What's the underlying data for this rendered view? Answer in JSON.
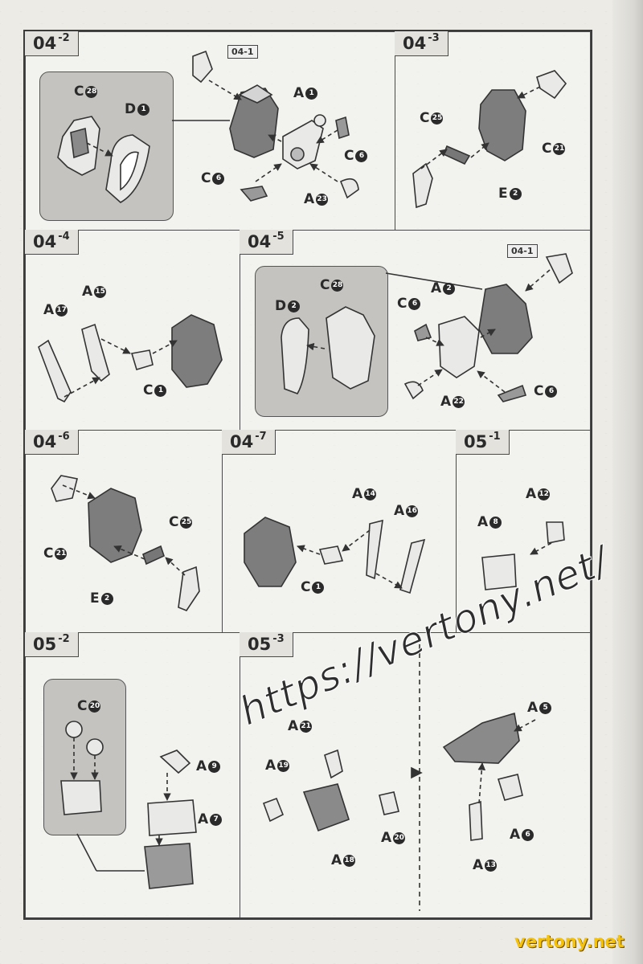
{
  "steps": [
    {
      "id": "04-2",
      "main": "04",
      "sub": "-2"
    },
    {
      "id": "04-3",
      "main": "04",
      "sub": "-3"
    },
    {
      "id": "04-4",
      "main": "04",
      "sub": "-4"
    },
    {
      "id": "04-5",
      "main": "04",
      "sub": "-5"
    },
    {
      "id": "04-6",
      "main": "04",
      "sub": "-6"
    },
    {
      "id": "04-7",
      "main": "04",
      "sub": "-7"
    },
    {
      "id": "05-1",
      "main": "05",
      "sub": "-1"
    },
    {
      "id": "05-2",
      "main": "05",
      "sub": "-2"
    },
    {
      "id": "05-3",
      "main": "05",
      "sub": "-3"
    }
  ],
  "refs": {
    "r1": "04-1",
    "r2": "04-1"
  },
  "labels": {
    "c28a": {
      "l": "C",
      "n": "28"
    },
    "d1": {
      "l": "D",
      "n": "1"
    },
    "a1": {
      "l": "A",
      "n": "1"
    },
    "c6a": {
      "l": "C",
      "n": "6"
    },
    "c6b": {
      "l": "C",
      "n": "6"
    },
    "a23": {
      "l": "A",
      "n": "23"
    },
    "c25a": {
      "l": "C",
      "n": "25"
    },
    "c21a": {
      "l": "C",
      "n": "21"
    },
    "e2a": {
      "l": "E",
      "n": "2"
    },
    "a17": {
      "l": "A",
      "n": "17"
    },
    "a15": {
      "l": "A",
      "n": "15"
    },
    "c1a": {
      "l": "C",
      "n": "1"
    },
    "d2": {
      "l": "D",
      "n": "2"
    },
    "c28b": {
      "l": "C",
      "n": "28"
    },
    "a2": {
      "l": "A",
      "n": "2"
    },
    "c6c": {
      "l": "C",
      "n": "6"
    },
    "a22": {
      "l": "A",
      "n": "22"
    },
    "c6d": {
      "l": "C",
      "n": "6"
    },
    "c21b": {
      "l": "C",
      "n": "21"
    },
    "c25b": {
      "l": "C",
      "n": "25"
    },
    "e2b": {
      "l": "E",
      "n": "2"
    },
    "a14": {
      "l": "A",
      "n": "14"
    },
    "a16": {
      "l": "A",
      "n": "16"
    },
    "c1b": {
      "l": "C",
      "n": "1"
    },
    "a12": {
      "l": "A",
      "n": "12"
    },
    "a8": {
      "l": "A",
      "n": "8"
    },
    "c20": {
      "l": "C",
      "n": "20"
    },
    "a9": {
      "l": "A",
      "n": "9"
    },
    "a7": {
      "l": "A",
      "n": "7"
    },
    "a21": {
      "l": "A",
      "n": "21"
    },
    "a19": {
      "l": "A",
      "n": "19"
    },
    "a18": {
      "l": "A",
      "n": "18"
    },
    "a20": {
      "l": "A",
      "n": "20"
    },
    "a5": {
      "l": "A",
      "n": "5"
    },
    "a6": {
      "l": "A",
      "n": "6"
    },
    "a13": {
      "l": "A",
      "n": "13"
    }
  },
  "watermark": "https://vertony.net/",
  "footer_mark": "vertony.net",
  "colors": {
    "line": "#3b3b3b",
    "inset": "#c4c3bf",
    "part_fill": "#e9e9e7",
    "part_dark": "#6d6d6d",
    "footer": "#f4c20d"
  }
}
